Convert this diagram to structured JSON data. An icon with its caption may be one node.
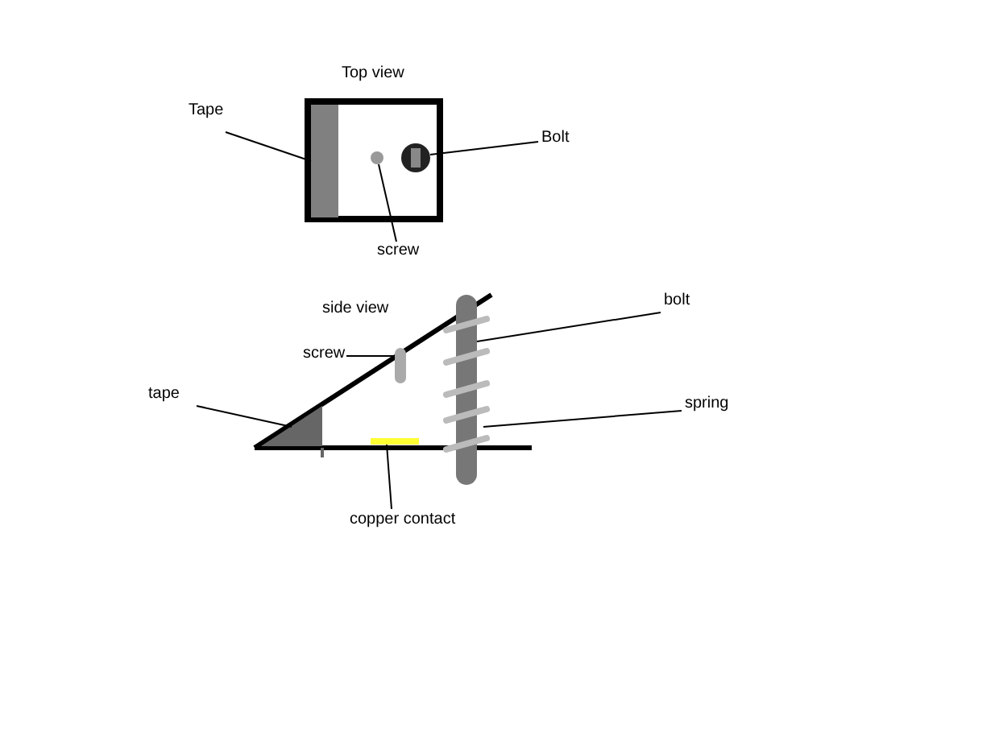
{
  "diagram": {
    "nodes": [
      {
        "text": [
          "Tape"
        ]
      },
      {
        "text": [],
        "shape": "bar"
      },
      {
        "text": [
          "Bolt"
        ]
      },
      {
        "text": [],
        "shape": "circle"
      },
      {
        "text": [
          "screw"
        ]
      },
      {
        "text": [],
        "shape": "circle"
      },
      {
        "text": [
          "tape"
        ]
      },
      {
        "text": [],
        "shape": "triangle"
      },
      {
        "text": [
          "screw"
        ]
      },
      {
        "text": [],
        "shape": "bar"
      },
      {
        "text": [
          "bolt"
        ]
      },
      {
        "text": [],
        "shape": "bar"
      },
      {
        "text": [
          "spring"
        ]
      },
      {
        "text": [],
        "shape": "coil"
      },
      {
        "text": [
          "copper contact"
        ]
      },
      {
        "text": [],
        "shape": "bar"
      }
    ],
    "edges": [
      {
        "from": 0,
        "to": 1,
        "arrow": "none"
      },
      {
        "from": 2,
        "to": 3,
        "arrow": "none"
      },
      {
        "from": 4,
        "to": 5,
        "arrow": "none"
      },
      {
        "from": 6,
        "to": 7,
        "arrow": "none"
      },
      {
        "from": 8,
        "to": 9,
        "arrow": "none"
      },
      {
        "from": 10,
        "to": 11,
        "arrow": "none"
      },
      {
        "from": 12,
        "to": 13,
        "arrow": "none"
      },
      {
        "from": 14,
        "to": 15,
        "arrow": "none"
      }
    ],
    "labels": [
      "Top view",
      "side view"
    ]
  }
}
